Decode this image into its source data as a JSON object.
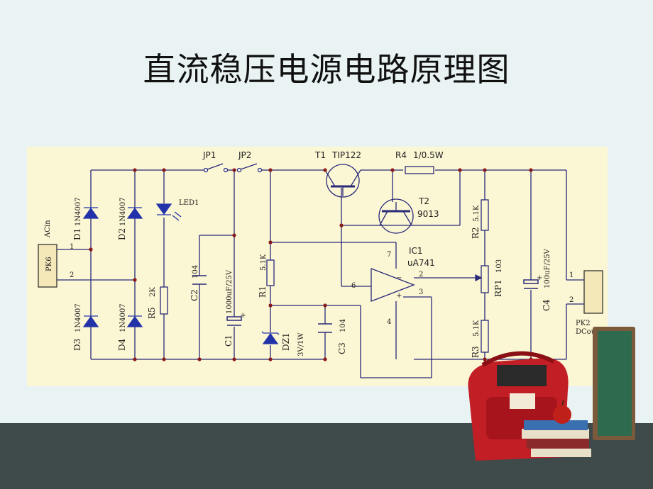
{
  "slide": {
    "title": "直流稳压电源电路原理图"
  },
  "circuit": {
    "connectors": {
      "input_name": "PK6",
      "input_label": "ACin",
      "output_name": "PK2",
      "output_label": "DCout",
      "pin1": "1",
      "pin2": "2"
    },
    "jumpers": {
      "jp1": "JP1",
      "jp2": "JP2"
    },
    "diodes": [
      {
        "ref": "D1",
        "value": "1N4007"
      },
      {
        "ref": "D2",
        "value": "1N4007"
      },
      {
        "ref": "D3",
        "value": "1N4007"
      },
      {
        "ref": "D4",
        "value": "1N4007"
      }
    ],
    "led": {
      "ref": "LED1"
    },
    "r5": {
      "ref": "R5",
      "value": "2K"
    },
    "c2": {
      "ref": "C2",
      "value": "104"
    },
    "c1": {
      "ref": "C1",
      "value": "1000uF/25V"
    },
    "r1": {
      "ref": "R1",
      "value": "5.1K"
    },
    "dz1": {
      "ref": "DZ1",
      "value": "3V/1W"
    },
    "c3": {
      "ref": "C3",
      "value": "104"
    },
    "t1": {
      "ref": "T1",
      "value": "TIP122"
    },
    "r4": {
      "ref": "R4",
      "value": "1/0.5W"
    },
    "t2": {
      "ref": "T2",
      "value": "9013"
    },
    "ic1": {
      "ref": "IC1",
      "value": "uA741",
      "pins": {
        "p7": "7",
        "p2": "2",
        "p3": "3",
        "p4": "4",
        "p6": "6"
      }
    },
    "r2": {
      "ref": "R2",
      "value": "5.1K"
    },
    "rp1": {
      "ref": "RP1",
      "value": "103"
    },
    "r3": {
      "ref": "R3",
      "value": "5.1K"
    },
    "c4": {
      "ref": "C4",
      "value": "100uF/25V"
    }
  },
  "decor": {
    "icon": "school-bag-books-chalkboard-icon"
  }
}
